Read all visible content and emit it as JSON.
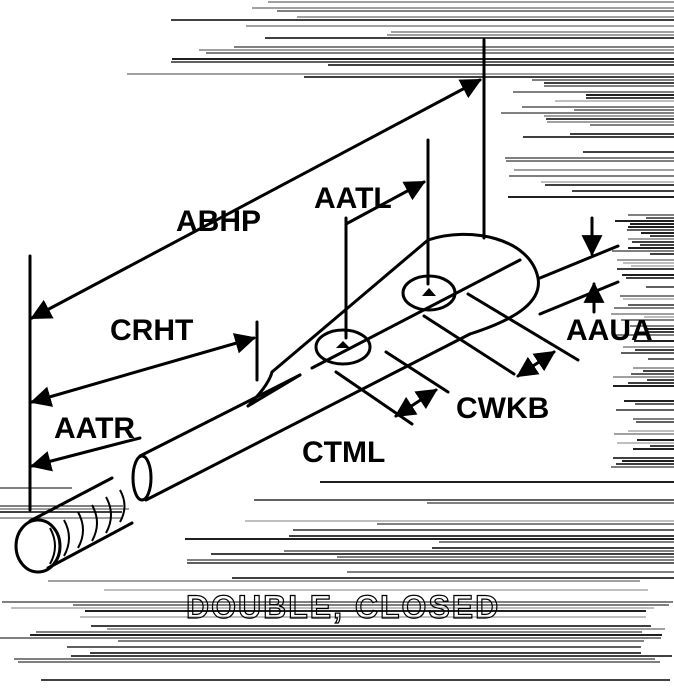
{
  "diagram": {
    "part_description": "",
    "dimensions": {
      "abhp": "ABHP",
      "aatl": "AATL",
      "crht": "CRHT",
      "aaua": "AAUA",
      "aatr": "AATR",
      "cwkb": "CWKB",
      "ctml": "CTML"
    },
    "caption": "DOUBLE, CLOSED"
  },
  "colors": {
    "ink": "#000000",
    "paper": "#ffffff"
  }
}
